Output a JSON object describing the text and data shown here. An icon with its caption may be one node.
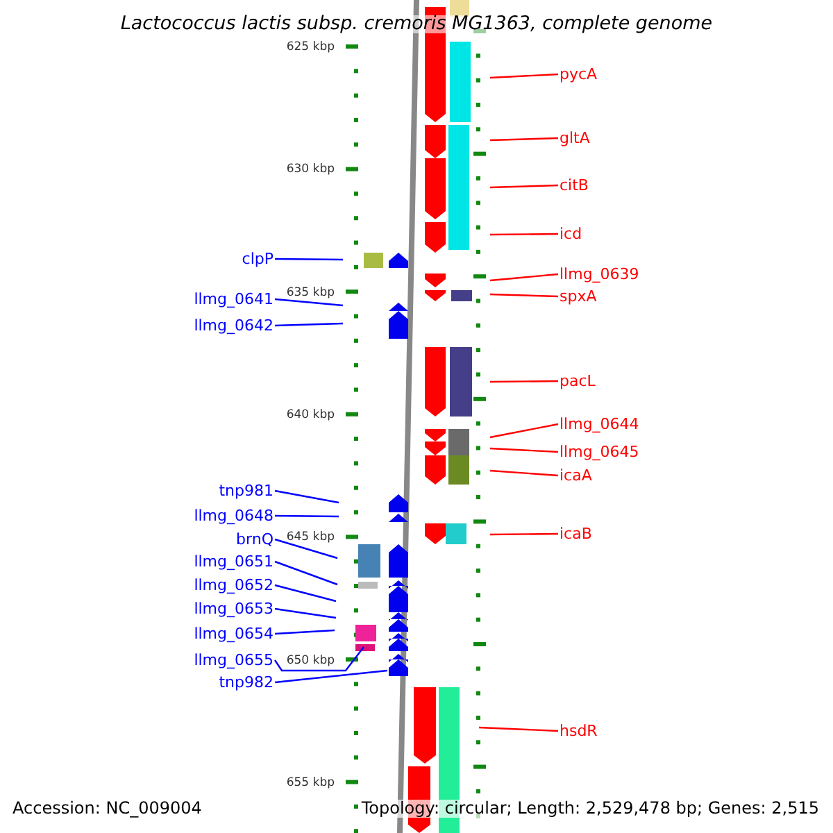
{
  "diagram": {
    "title": "Lactococcus lactis subsp. cremoris MG1363, complete genome",
    "nodes": [
      {
        "text": [
          "pycA"
        ]
      },
      {
        "text": [
          "gltA"
        ]
      },
      {
        "text": [
          "citB"
        ]
      },
      {
        "text": [
          "icd"
        ]
      },
      {
        "text": [
          "clpP"
        ]
      },
      {
        "text": [
          "llmg_0639"
        ]
      },
      {
        "text": [
          "spxA"
        ]
      },
      {
        "text": [
          "llmg_0641"
        ]
      },
      {
        "text": [
          "llmg_0642"
        ]
      },
      {
        "text": [
          "pacL"
        ]
      },
      {
        "text": [
          "llmg_0644"
        ]
      },
      {
        "text": [
          "llmg_0645"
        ]
      },
      {
        "text": [
          "icaA"
        ]
      },
      {
        "text": [
          "tnp981"
        ]
      },
      {
        "text": [
          "llmg_0648"
        ]
      },
      {
        "text": [
          "icaB"
        ]
      },
      {
        "text": [
          "brnQ"
        ]
      },
      {
        "text": [
          "llmg_0651"
        ]
      },
      {
        "text": [
          "llmg_0652"
        ]
      },
      {
        "text": [
          "llmg_0653"
        ]
      },
      {
        "text": [
          "llmg_0654"
        ]
      },
      {
        "text": [
          "llmg_0655"
        ]
      },
      {
        "text": [
          "tnp982"
        ]
      },
      {
        "text": [
          "hsdR"
        ]
      }
    ],
    "edges": [
      {
        "from": 0,
        "to": null,
        "arrow": "none",
        "color": "#ff0000"
      },
      {
        "from": 1,
        "to": null,
        "arrow": "none",
        "color": "#ff0000"
      },
      {
        "from": 2,
        "to": null,
        "arrow": "none",
        "color": "#ff0000"
      },
      {
        "from": 3,
        "to": null,
        "arrow": "none",
        "color": "#ff0000"
      },
      {
        "from": 4,
        "to": null,
        "arrow": "none",
        "color": "#0000ff"
      },
      {
        "from": 5,
        "to": null,
        "arrow": "none",
        "color": "#ff0000"
      },
      {
        "from": 6,
        "to": null,
        "arrow": "none",
        "color": "#ff0000"
      },
      {
        "from": 7,
        "to": null,
        "arrow": "none",
        "color": "#0000ff"
      },
      {
        "from": 8,
        "to": null,
        "arrow": "none",
        "color": "#0000ff"
      },
      {
        "from": 9,
        "to": null,
        "arrow": "none",
        "color": "#ff0000"
      },
      {
        "from": 10,
        "to": null,
        "arrow": "none",
        "color": "#ff0000"
      },
      {
        "from": 11,
        "to": null,
        "arrow": "none",
        "color": "#ff0000"
      },
      {
        "from": 12,
        "to": null,
        "arrow": "none",
        "color": "#ff0000"
      },
      {
        "from": 13,
        "to": null,
        "arrow": "none",
        "color": "#0000ff"
      },
      {
        "from": 14,
        "to": null,
        "arrow": "none",
        "color": "#0000ff"
      },
      {
        "from": 15,
        "to": null,
        "arrow": "none",
        "color": "#ff0000"
      },
      {
        "from": 16,
        "to": null,
        "arrow": "none",
        "color": "#0000ff"
      },
      {
        "from": 17,
        "to": null,
        "arrow": "none",
        "color": "#0000ff"
      },
      {
        "from": 18,
        "to": null,
        "arrow": "none",
        "color": "#0000ff"
      },
      {
        "from": 19,
        "to": null,
        "arrow": "none",
        "color": "#0000ff"
      },
      {
        "from": 20,
        "to": null,
        "arrow": "none",
        "color": "#0000ff"
      },
      {
        "from": 21,
        "to": null,
        "arrow": "none",
        "color": "#0000ff"
      },
      {
        "from": 22,
        "to": null,
        "arrow": "none",
        "color": "#0000ff"
      },
      {
        "from": 23,
        "to": null,
        "arrow": "none",
        "color": "#ff0000"
      }
    ],
    "labels": [
      "625 kbp",
      "630 kbp",
      "635 kbp",
      "640 kbp",
      "645 kbp",
      "650 kbp",
      "655 kbp",
      "Accession: NC_009004",
      "Topology: circular; Length: 2,529,478 bp; Genes: 2,515"
    ]
  }
}
